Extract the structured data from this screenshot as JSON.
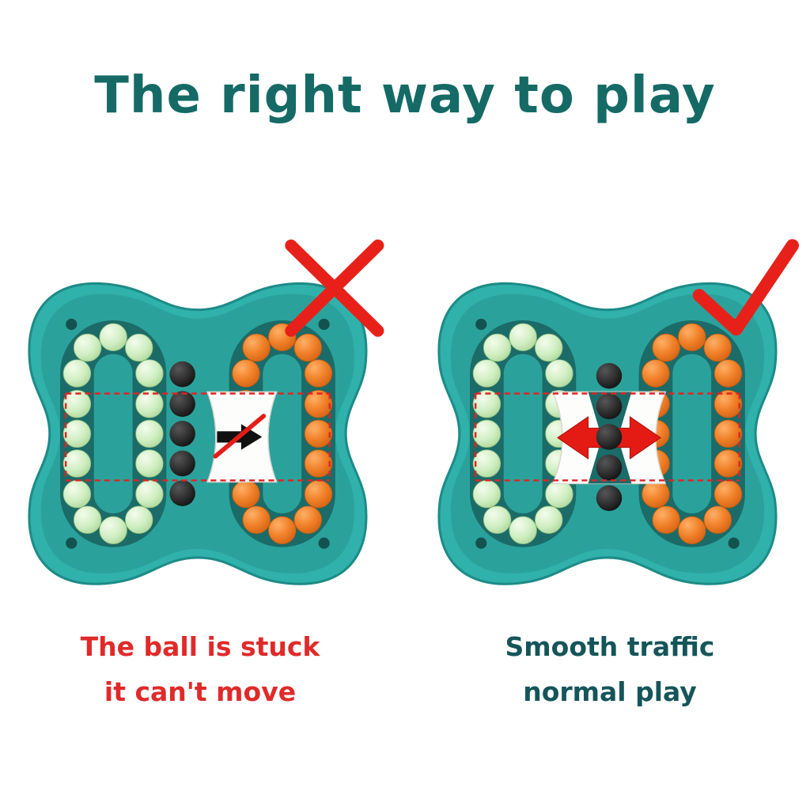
{
  "title": "The right way to play",
  "panels": [
    {
      "id": "wrong",
      "mark": "cross-icon",
      "caption_line1": "The ball is stuck",
      "caption_line2": "it can't move"
    },
    {
      "id": "right",
      "mark": "check-icon",
      "caption_line1": "Smooth traffic",
      "caption_line2": "normal play"
    }
  ],
  "colors": {
    "title_color": "#156a66",
    "wrong_caption_color": "#e02a2a",
    "right_caption_color": "#15555a",
    "toy_body_teal": "#30b1ab",
    "toy_track_teal": "#1b6b68",
    "bead_green": "#cfeec2",
    "bead_orange": "#f08028",
    "bead_black": "#111111",
    "mark_red": "#e7211a",
    "plate_white": "#fdfdfb"
  }
}
